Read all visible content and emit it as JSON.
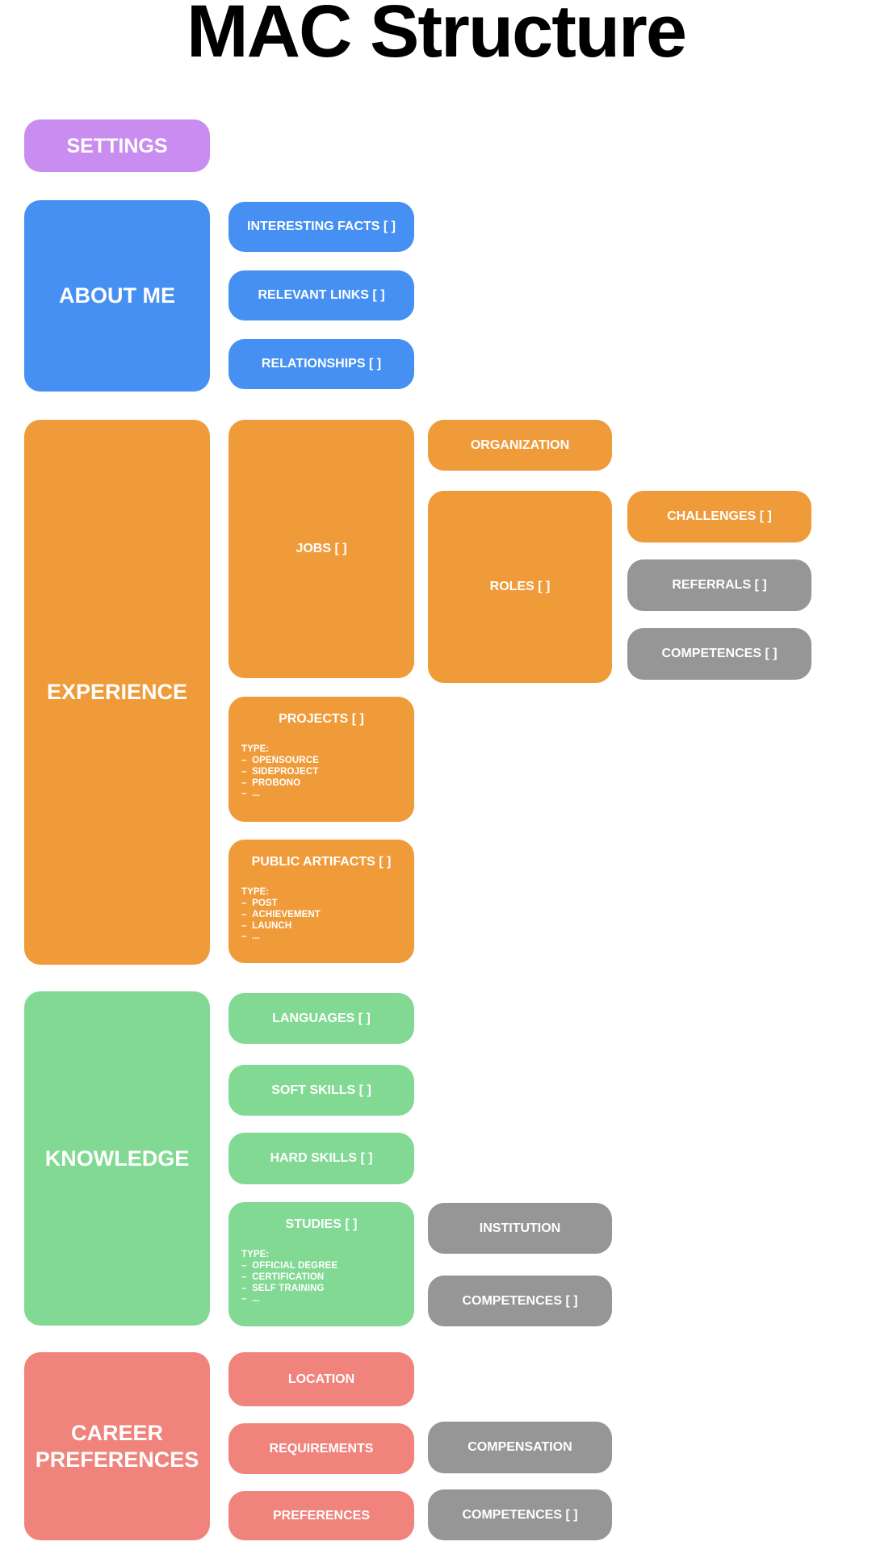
{
  "title": "MAC Structure",
  "palette": {
    "purple": "#c98cf0",
    "blue": "#4590f2",
    "orange": "#ef9b3a",
    "green": "#82d993",
    "salmon": "#f0837b",
    "gray": "#969696"
  },
  "settings": {
    "label": "SETTINGS"
  },
  "about": {
    "label": "ABOUT ME",
    "interesting_facts": "INTERESTING FACTS [ ]",
    "relevant_links": "RELEVANT LINKS [ ]",
    "relationships": "RELATIONSHIPS [ ]"
  },
  "experience": {
    "label": "EXPERIENCE",
    "jobs": "JOBS [ ]",
    "organization": "ORGANIZATION",
    "roles": "ROLES [ ]",
    "challenges": "CHALLENGES [ ]",
    "referrals": "REFERRALS [ ]",
    "competences": "COMPETENCES [ ]",
    "projects": {
      "label": "PROJECTS [ ]",
      "type_header": "TYPE:",
      "types": [
        "OPENSOURCE",
        "SIDEPROJECT",
        "PROBONO",
        "..."
      ]
    },
    "public_artifacts": {
      "label": "PUBLIC ARTIFACTS [ ]",
      "type_header": "TYPE:",
      "types": [
        "POST",
        "ACHIEVEMENT",
        "LAUNCH",
        "..."
      ]
    }
  },
  "knowledge": {
    "label": "KNOWLEDGE",
    "languages": "LANGUAGES [ ]",
    "soft_skills": "SOFT SKILLS [ ]",
    "hard_skills": "HARD SKILLS [ ]",
    "studies": {
      "label": "STUDIES [ ]",
      "type_header": "TYPE:",
      "types": [
        "OFFICIAL DEGREE",
        "CERTIFICATION",
        "SELF TRAINING",
        "..."
      ]
    },
    "institution": "INSTITUTION",
    "competences": "COMPETENCES [ ]"
  },
  "career": {
    "label": "CAREER PREFERENCES",
    "location": "LOCATION",
    "requirements": "REQUIREMENTS",
    "preferences": "PREFERENCES",
    "compensation": "COMPENSATION",
    "competences": "COMPETENCES [ ]"
  }
}
